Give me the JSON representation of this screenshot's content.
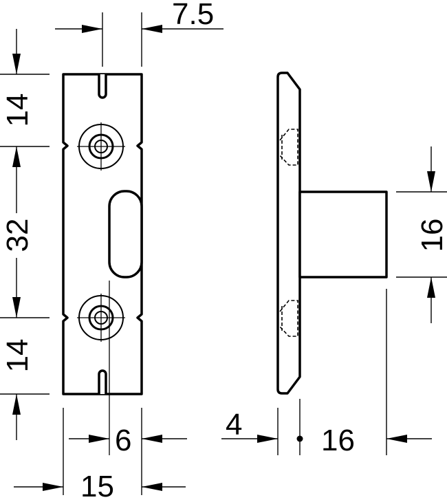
{
  "dimensions": {
    "top_offset": "7.5",
    "top_segment": "14",
    "middle_segment": "32",
    "bottom_segment": "14",
    "hole_offset": "6",
    "plate_width": "15",
    "pin_height": "16",
    "plate_thickness": "4",
    "pin_length": "16"
  }
}
